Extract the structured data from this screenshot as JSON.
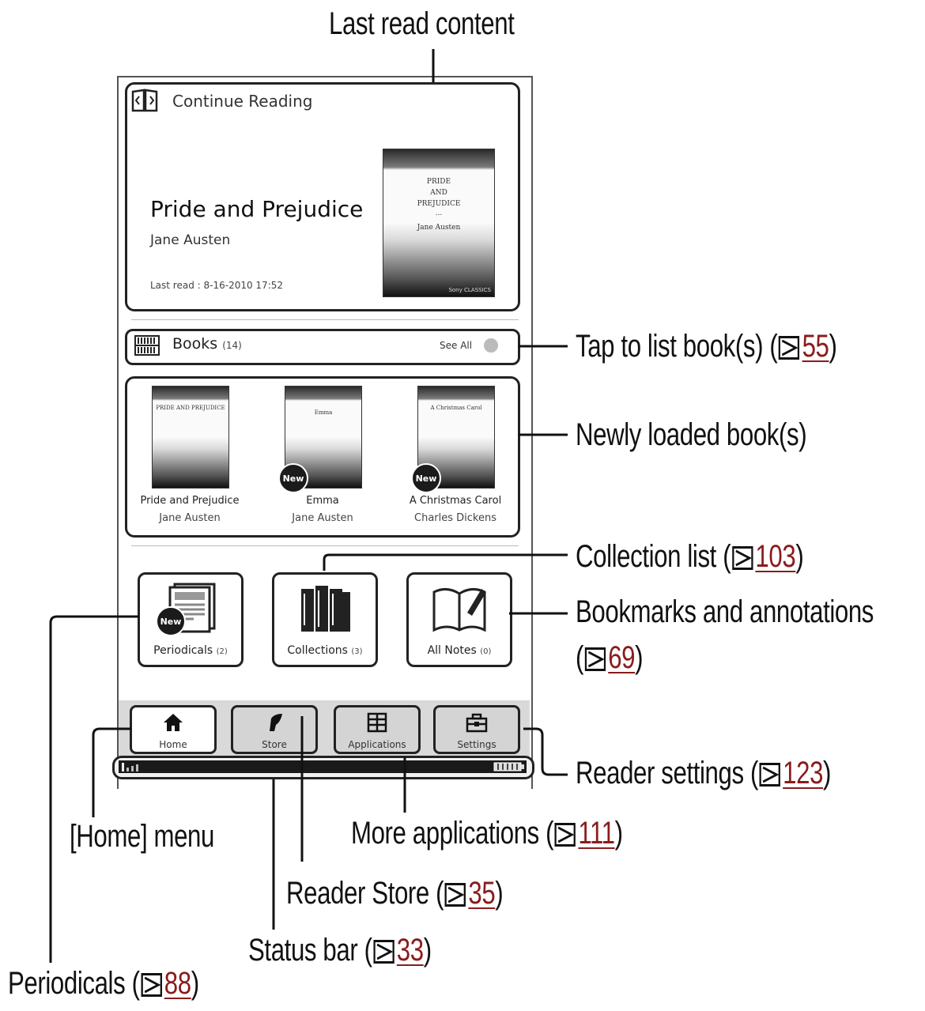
{
  "callouts": {
    "last_read": "Last read content",
    "tap_books_text": "Tap to list book(s) (",
    "tap_books_page": "55",
    "newly_loaded": "Newly loaded book(s)",
    "collection_text": "Collection list (",
    "collection_page": "103",
    "bookmarks_text": "Bookmarks and annotations",
    "bookmarks_page": "69",
    "reader_settings_text": "Reader settings (",
    "reader_settings_page": "123",
    "more_apps_text": "More applications (",
    "more_apps_page": "111",
    "home_menu": "[Home] menu",
    "reader_store_text": "Reader Store (",
    "reader_store_page": "35",
    "status_bar_text": "Status bar (",
    "status_bar_page": "33",
    "periodicals_text": "Periodicals (",
    "periodicals_page": "88",
    "close_paren": ")"
  },
  "continue_reading": {
    "header": "Continue Reading",
    "title": "Pride and Prejudice",
    "author": "Jane Austen",
    "last_read": "Last read : 8-16-2010 17:52",
    "cover_lines": [
      "PRIDE",
      "AND",
      "PREJUDICE",
      "...",
      "Jane Austen"
    ],
    "cover_bottom": "Sony CLASSICS"
  },
  "books_bar": {
    "label": "Books",
    "count": "(14)",
    "see_all": "See All"
  },
  "newly_loaded": [
    {
      "title": "Pride and Prejudice",
      "author": "Jane Austen",
      "cover": "PRIDE AND PREJUDICE",
      "is_new": false
    },
    {
      "title": "Emma",
      "author": "Jane Austen",
      "cover": "Emma",
      "is_new": true
    },
    {
      "title": "A Christmas Carol",
      "author": "Charles Dickens",
      "cover": "A Christmas Carol",
      "is_new": true
    }
  ],
  "new_badge": "New",
  "tiles": [
    {
      "label": "Periodicals",
      "count": "(2)"
    },
    {
      "label": "Collections",
      "count": "(3)"
    },
    {
      "label": "All Notes",
      "count": "(0)"
    }
  ],
  "tabs": [
    {
      "label": "Home",
      "icon": "home-icon"
    },
    {
      "label": "Store",
      "icon": "store-icon"
    },
    {
      "label": "Applications",
      "icon": "grid-icon"
    },
    {
      "label": "Settings",
      "icon": "toolbox-icon"
    }
  ],
  "colors": {
    "page_ref": "#8a1c1c",
    "frame": "#222222",
    "tab_bg": "#d4d4d4"
  }
}
